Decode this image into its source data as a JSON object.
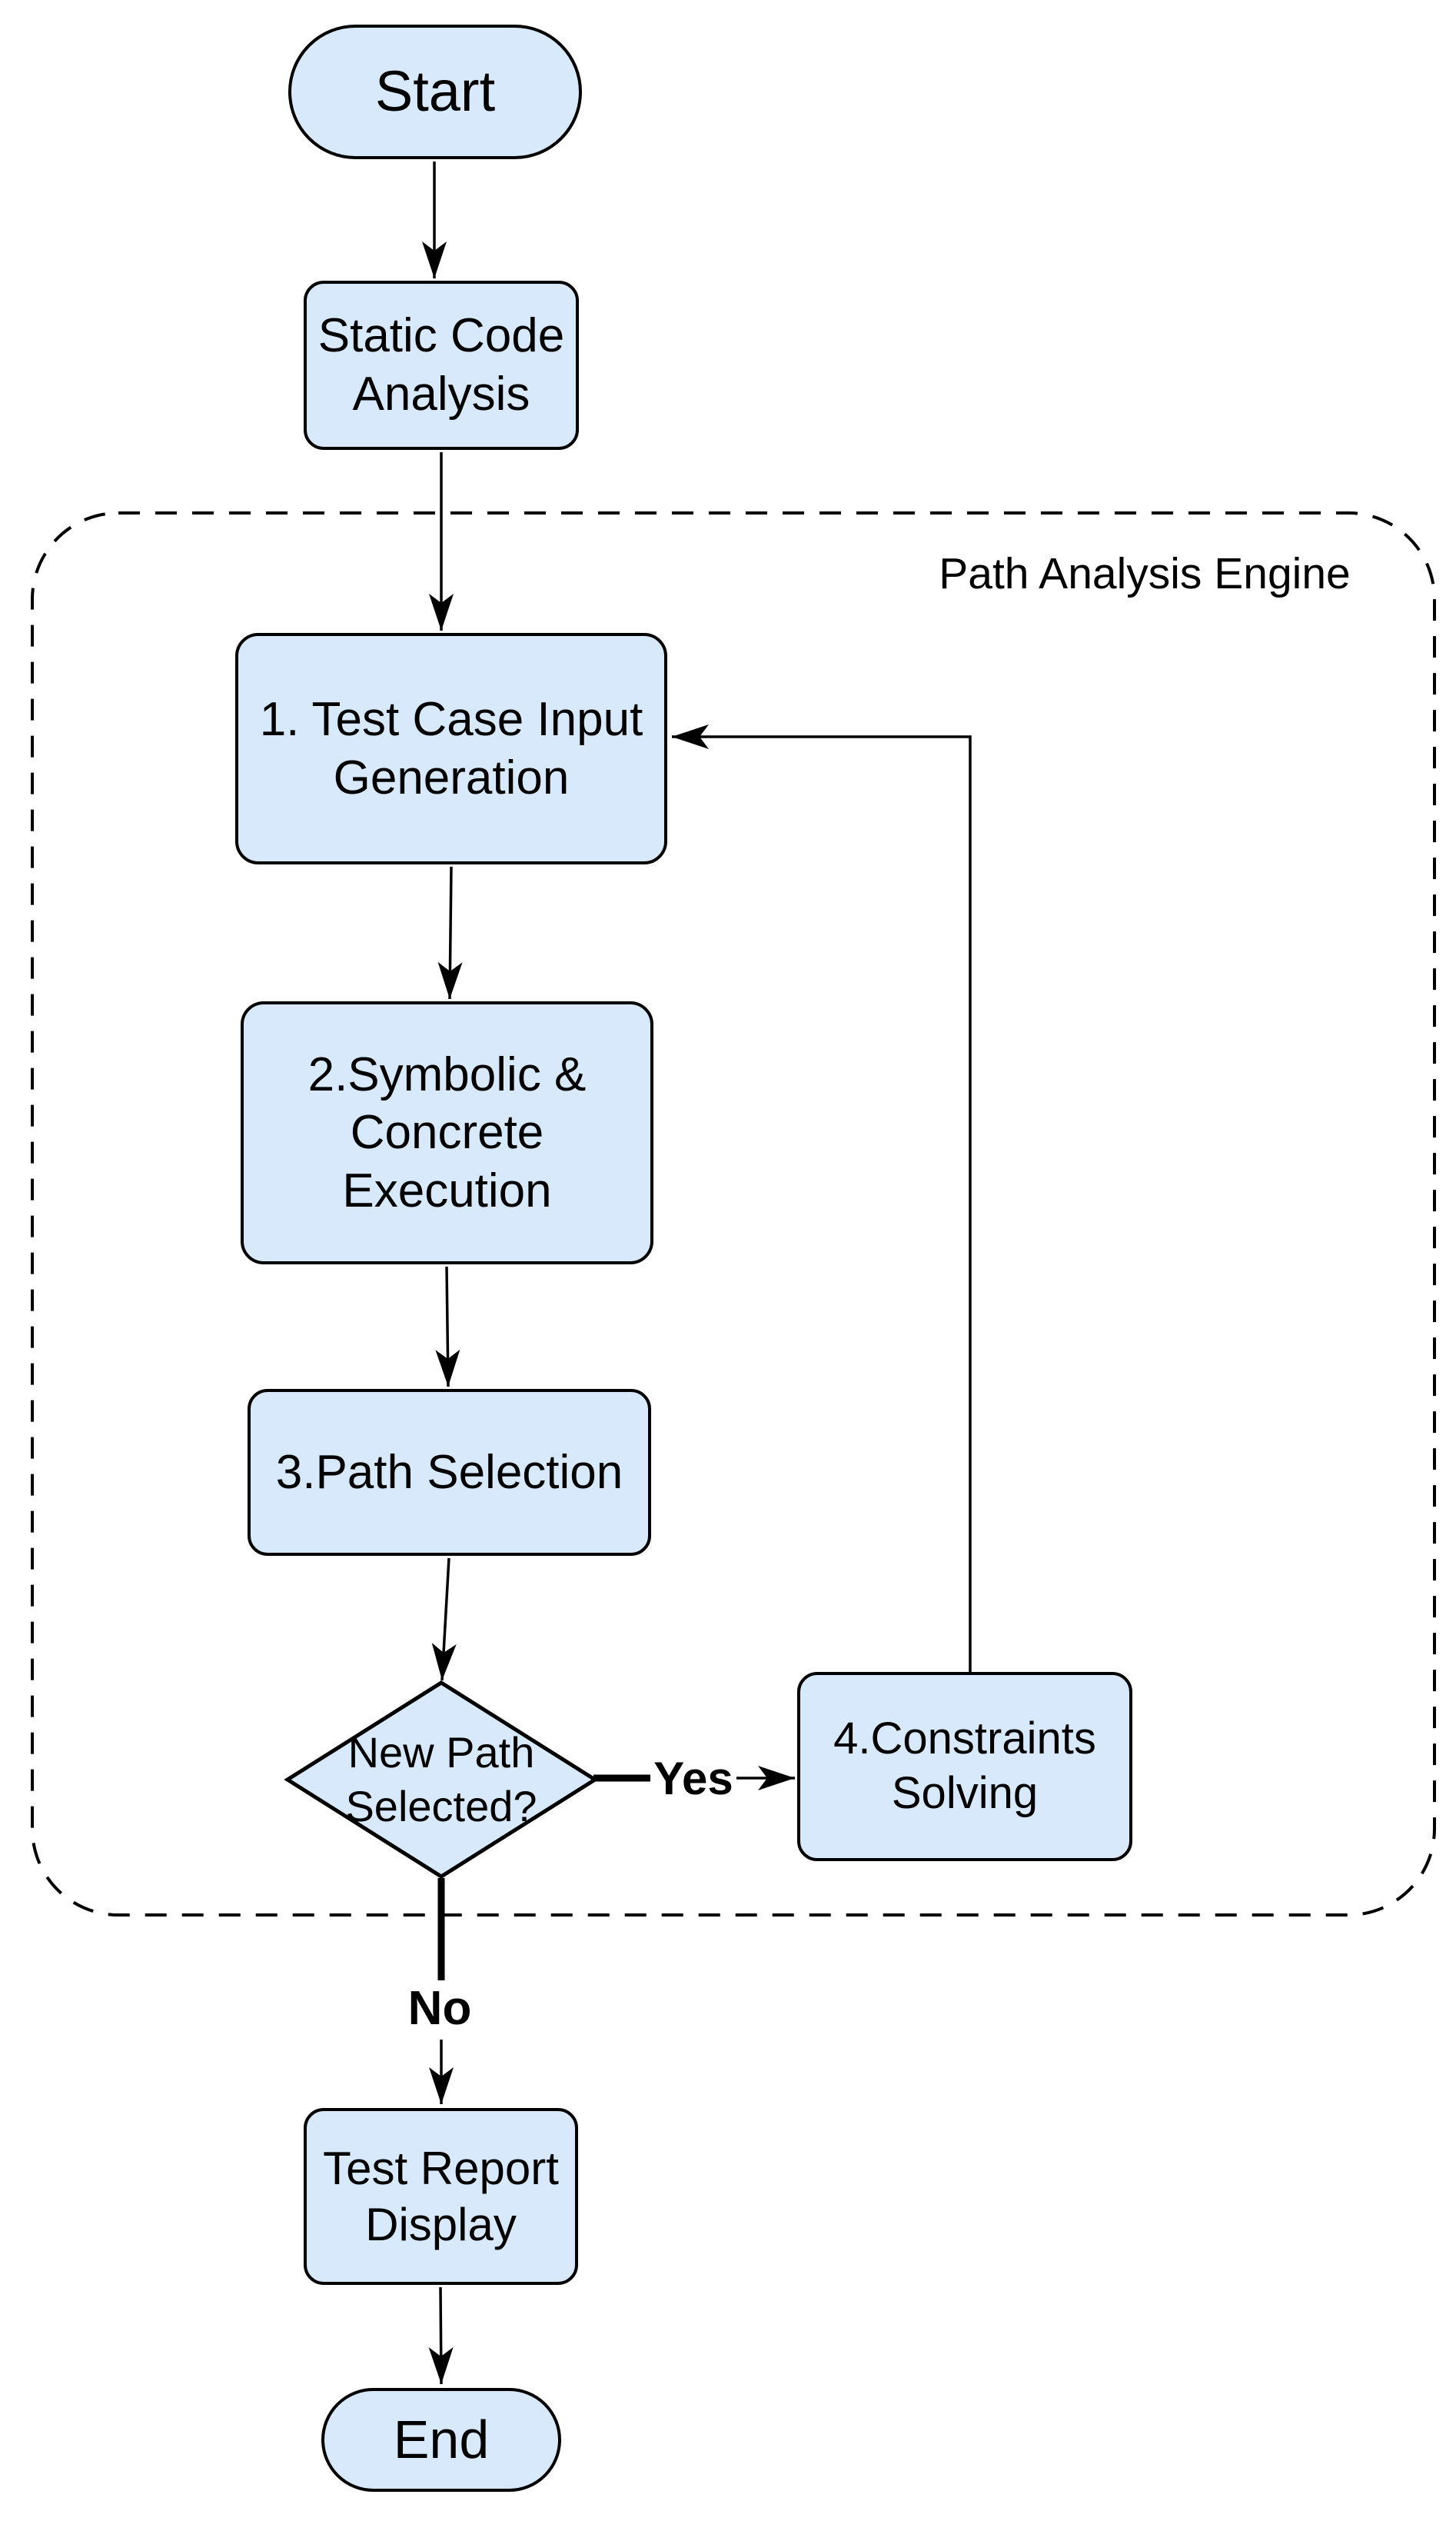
{
  "diagram": {
    "type": "flowchart",
    "background": "#ffffff",
    "node_fill": "#d7e9fb",
    "node_stroke": "#000000",
    "container_label": "Path Analysis Engine",
    "nodes": {
      "start": "Start",
      "static_code_analysis": "Static Code\nAnalysis",
      "test_case_input_generation": "1. Test Case Input\nGeneration",
      "symbolic_concrete_execution": "2.Symbolic &\nConcrete\nExecution",
      "path_selection": "3.Path Selection",
      "new_path_selected": "New Path\nSelected?",
      "constraints_solving": "4.Constraints\nSolving",
      "test_report_display": "Test Report\nDisplay",
      "end": "End"
    },
    "edge_labels": {
      "yes": "Yes",
      "no": "No"
    }
  }
}
